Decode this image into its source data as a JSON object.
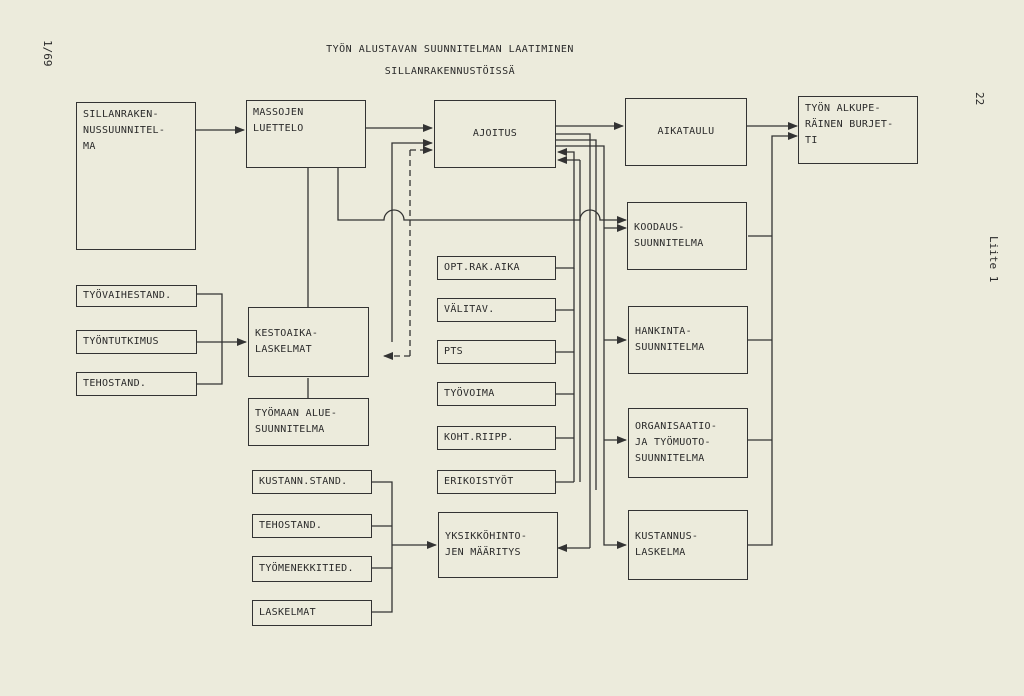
{
  "title": {
    "line1": "TYÖN ALUSTAVAN SUUNNITELMAN LAATIMINEN",
    "line2": "SILLANRAKENNUSTÖISSÄ"
  },
  "margin": {
    "sheet_number": "1/69",
    "page_number": "22",
    "appendix": "Liite 1"
  },
  "boxes": {
    "sillanrakennus": "SILLANRAKEN-\nNUSSUUNNITEL-\nMA",
    "massojen": "MASSOJEN\nLUETTELO",
    "ajoitus": "AJOITUS",
    "aikataulu": "AIKATAULU",
    "alkuperainen": "TYÖN ALKUPE-\nRÄINEN BURJET-\nTI",
    "koodaus": "KOODAUS-\nSUUNNITELMA",
    "tyovaihestand": "TYÖVAIHESTAND.",
    "tyontutkimus": "TYÖNTUTKIMUS",
    "tehostand1": "TEHOSTAND.",
    "kestoaika": "KESTOAIKA-\nLASKELMAT",
    "tyomaan": "TYÖMAAN ALUE-\nSUUNNITELMA",
    "opt_rak_aika": "OPT.RAK.AIKA",
    "valitav": "VÄLITAV.",
    "pts": "PTS",
    "tyovoima": "TYÖVOIMA",
    "koht_riipp": "KOHT.RIIPP.",
    "erikoistyot": "ERIKOISTYÖT",
    "hankinta": "HANKINTA-\nSUUNNITELMA",
    "organisaatio": "ORGANISAATIO-\nJA TYÖMUOTO-\nSUUNNITELMA",
    "kustann_stand": "KUSTANN.STAND.",
    "tehostand2": "TEHOSTAND.",
    "tyomenekkitied": "TYÖMENEKKITIED.",
    "laskelmat": "LASKELMAT",
    "yksikkohinto": "YKSIKKÖHINTO-\nJEN MÄÄRITYS",
    "kustannus": "KUSTANNUS-\nLASKELMA"
  },
  "colors": {
    "paper": "#ecebdc",
    "ink": "#333333"
  }
}
